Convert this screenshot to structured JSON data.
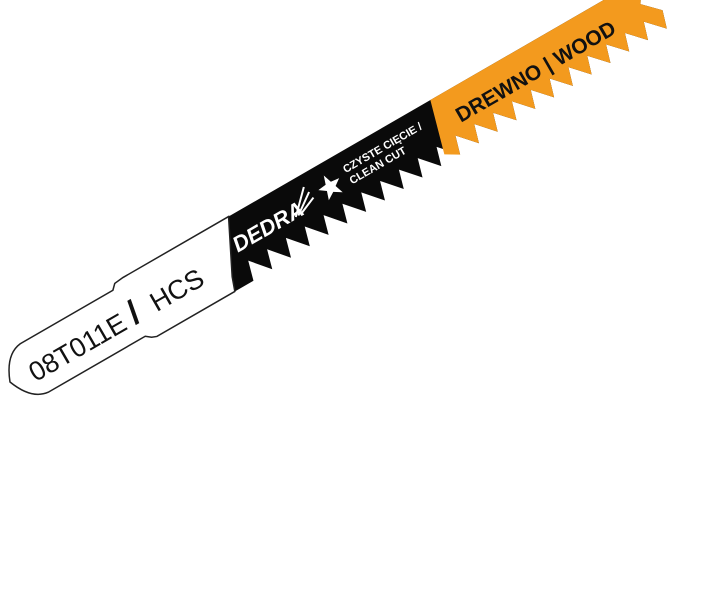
{
  "product": {
    "code": "08T011E",
    "separator": "/",
    "material": "HCS",
    "brand": "DEDRA",
    "feature_line1": "CZYSTE CIĘCIE /",
    "feature_line2": "CLEAN CUT",
    "application": "DREWNO | WOOD"
  },
  "colors": {
    "blade": "#0a0a0a",
    "accent": "#f39a1e",
    "shank": "#ffffff"
  }
}
